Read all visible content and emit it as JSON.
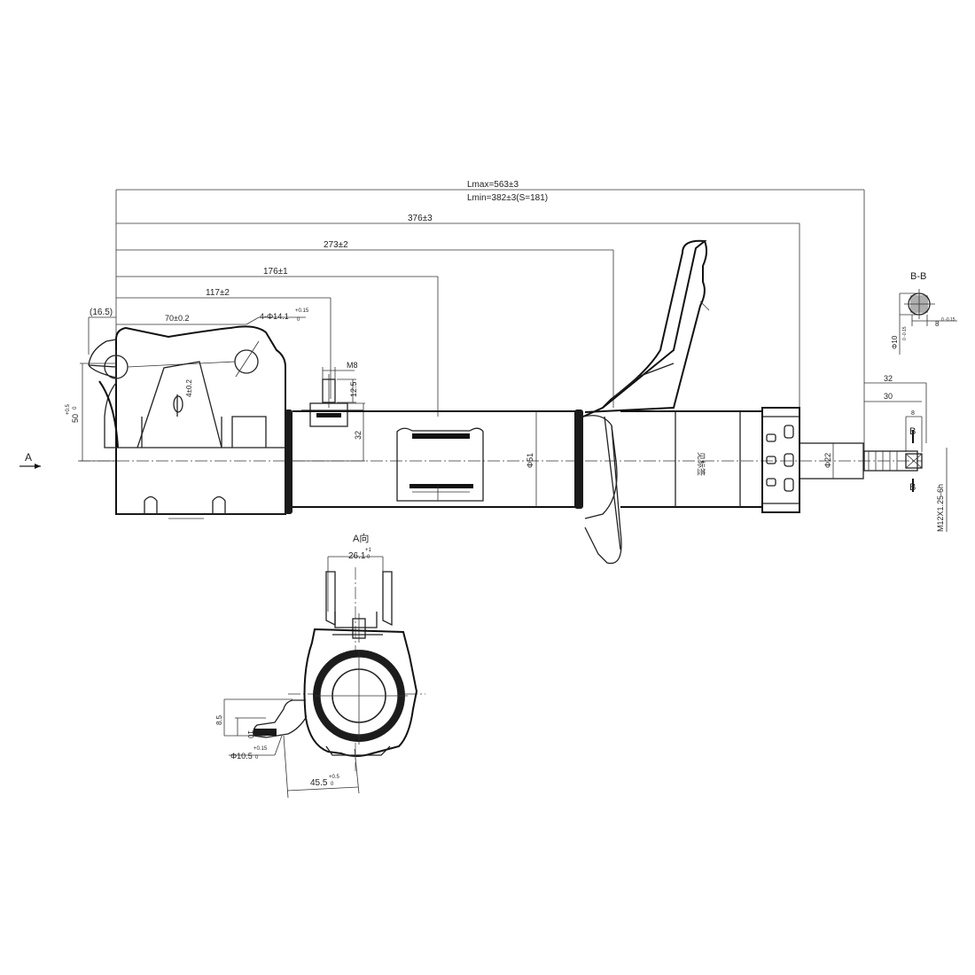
{
  "dimensions": {
    "lmax": "Lmax=563±3",
    "lmin": "Lmin=382±3(S=181)",
    "d376": "376±3",
    "d273": "273±2",
    "d176": "176±1",
    "d117": "117±2",
    "d16_5": "(16.5)",
    "d70": "70±0.2",
    "holes": "4-Φ14.1",
    "holes_tol": "+0.15",
    "holes_tol2": "0",
    "d50": "50",
    "d50_tol": "+0.5",
    "d50_tol2": "0",
    "d4": "4±0.2",
    "m8": "M8",
    "d12_5": "12.5",
    "d32_left": "32",
    "dia51": "Φ51",
    "dia22": "Φ22",
    "d32_right": "32",
    "d30": "30",
    "d8": "8",
    "thread": "M12X1.25-6h",
    "bb_title": "B-B",
    "bb_dia": "Φ10",
    "bb_dia_tol": "0 -0.15",
    "bb_flat": "8",
    "bb_flat_tol": "0 -0.15",
    "label_b_top": "B",
    "label_b_bottom": "B",
    "label_a": "A",
    "view_a_title": "A向",
    "d26_1": "26.1",
    "d26_1_tol": "+1",
    "d26_1_tol2": "0",
    "d8_5": "8.5",
    "d10": "10",
    "dia10_5": "Φ10.5",
    "dia10_5_tol": "+0.15",
    "dia10_5_tol2": "0",
    "d45_5": "45.5",
    "d45_5_tol": "+0.5",
    "d45_5_tol2": "0",
    "part_mark": "见标签"
  }
}
